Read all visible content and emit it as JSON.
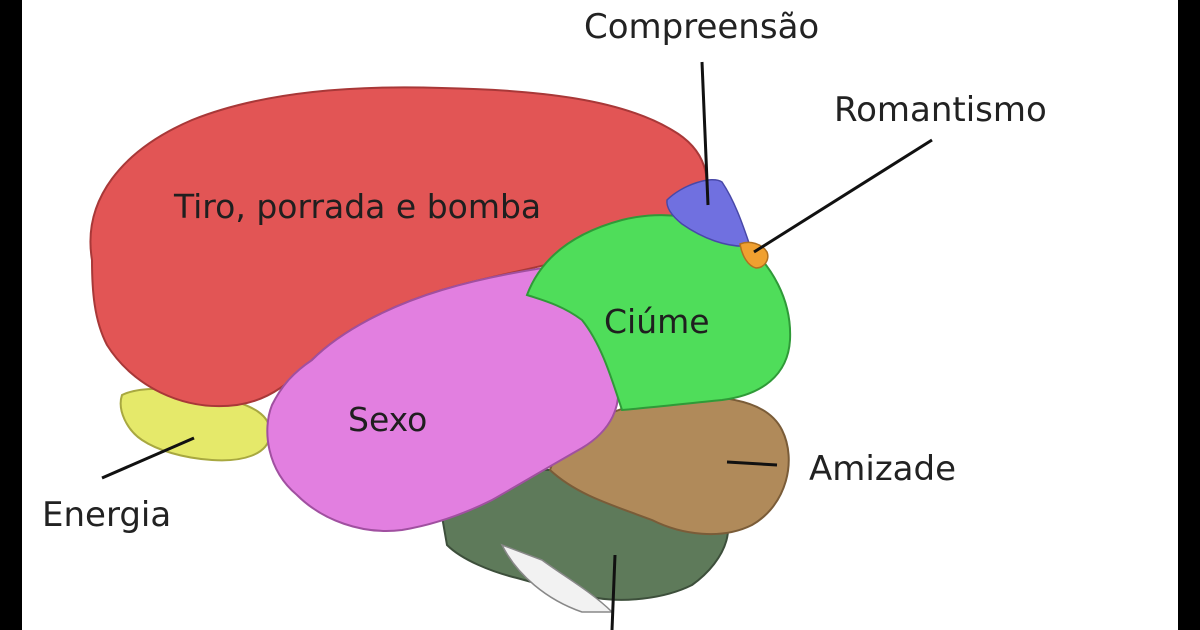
{
  "labels": {
    "compreensao": "Compreensão",
    "romantismo": "Romantismo",
    "tiro": "Tiro, porrada e bomba",
    "ciume": "Ciúme",
    "sexo": "Sexo",
    "amizade": "Amizade",
    "energia": "Energia"
  },
  "colors": {
    "frontal": "#e25555",
    "temporal": "#e27fe0",
    "parietal": "#4fdd5a",
    "occipital_top": "#7070e0",
    "occipital_tip": "#f0a030",
    "cerebellum": "#b08a5a",
    "brainstem": "#5e7a5a",
    "olfactory": "#e5e96a",
    "background": "#ffffff",
    "frame": "#000000"
  }
}
